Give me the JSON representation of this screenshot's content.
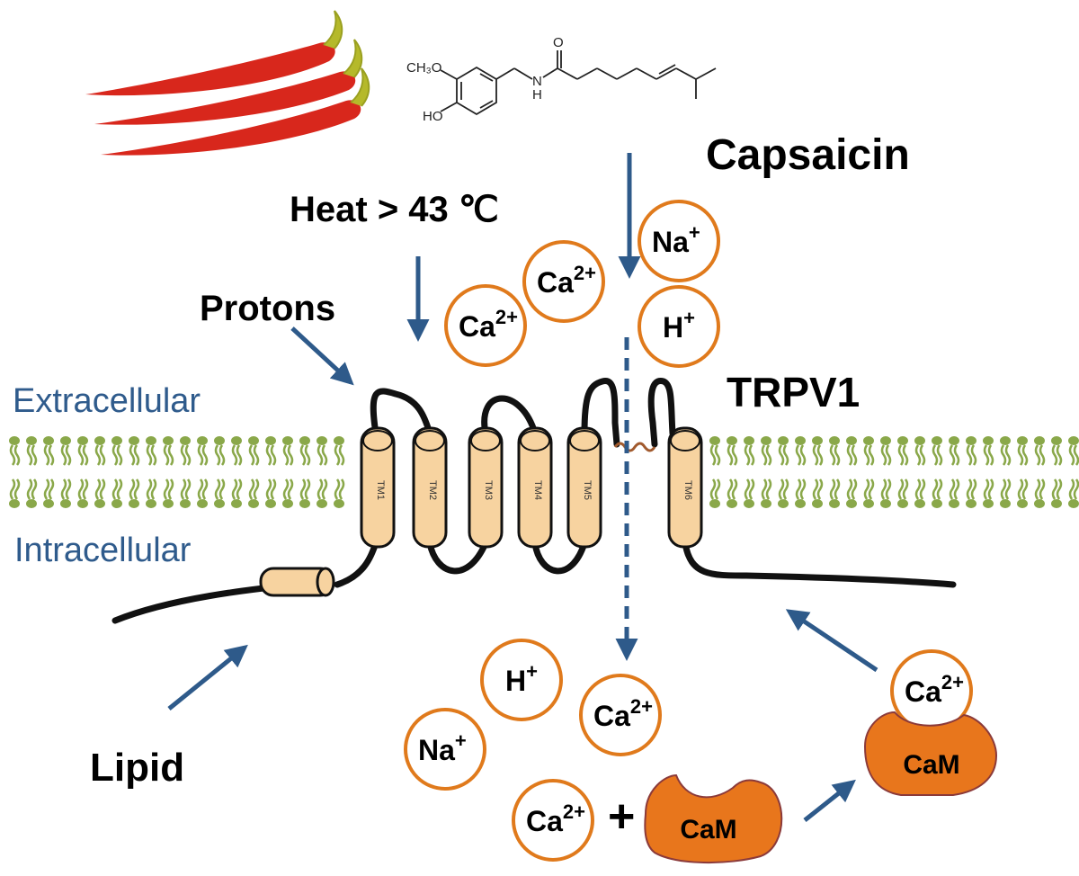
{
  "labels": {
    "capsaicin": "Capsaicin",
    "heat": "Heat > 43 ℃",
    "protons": "Protons",
    "trpv1": "TRPV1",
    "extracellular": "Extracellular",
    "intracellular": "Intracellular",
    "lipid": "Lipid",
    "plus": "+"
  },
  "molecule": {
    "methoxy": "CH₃O",
    "hydroxy": "HO",
    "nh": "N",
    "h": "H",
    "o": "O"
  },
  "segments": [
    "TM1",
    "TM2",
    "TM3",
    "TM4",
    "TM5",
    "TM6"
  ],
  "ions_extracellular": [
    {
      "base": "Na",
      "charge": "+"
    },
    {
      "base": "Ca",
      "charge": "2+"
    },
    {
      "base": "Ca",
      "charge": "2+"
    },
    {
      "base": "H",
      "charge": "+"
    }
  ],
  "ions_intracellular": [
    {
      "base": "H",
      "charge": "+"
    },
    {
      "base": "Ca",
      "charge": "2+"
    },
    {
      "base": "Na",
      "charge": "+"
    },
    {
      "base": "Ca",
      "charge": "2+"
    },
    {
      "base": "Ca",
      "charge": "2+"
    }
  ],
  "calmodulin": {
    "free": "CaM",
    "bound": "CaM"
  },
  "colors": {
    "arrow": "#2e5a8a",
    "ion_ring": "#e07a1c",
    "cam": "#e8761c",
    "helix": "#f7d3a0",
    "membrane": "#8aa84a",
    "pepper": "#d8271c",
    "stem": "#b5b92a"
  }
}
